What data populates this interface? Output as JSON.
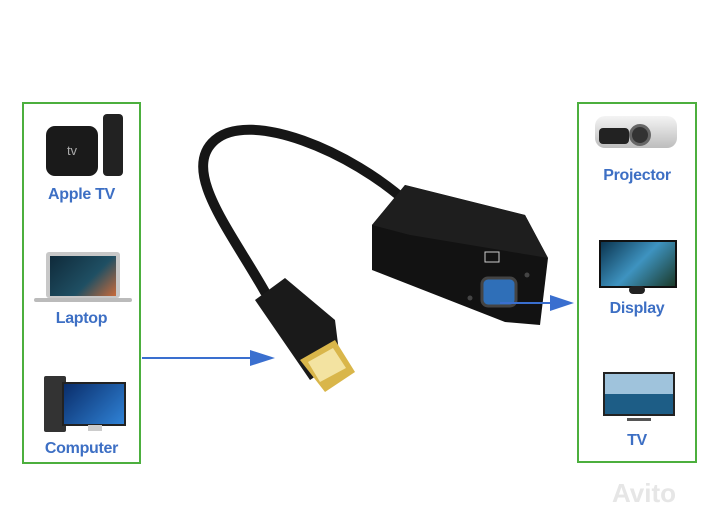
{
  "sources": {
    "items": [
      {
        "label": "Apple TV",
        "icon": "apple-tv-icon"
      },
      {
        "label": "Laptop",
        "icon": "laptop-icon"
      },
      {
        "label": "Computer",
        "icon": "desktop-computer-icon"
      }
    ]
  },
  "outputs": {
    "items": [
      {
        "label": "Projector",
        "icon": "projector-icon"
      },
      {
        "label": "Display",
        "icon": "monitor-icon"
      },
      {
        "label": "TV",
        "icon": "tv-icon"
      }
    ]
  },
  "watermark": "Avito",
  "colors": {
    "box_border": "#4caf3e",
    "label": "#3d6fc4",
    "arrow": "#3a6fcf",
    "adapter": "#151515",
    "connector_gold": "#d9b64a",
    "vga_port": "#2f6fb8"
  }
}
